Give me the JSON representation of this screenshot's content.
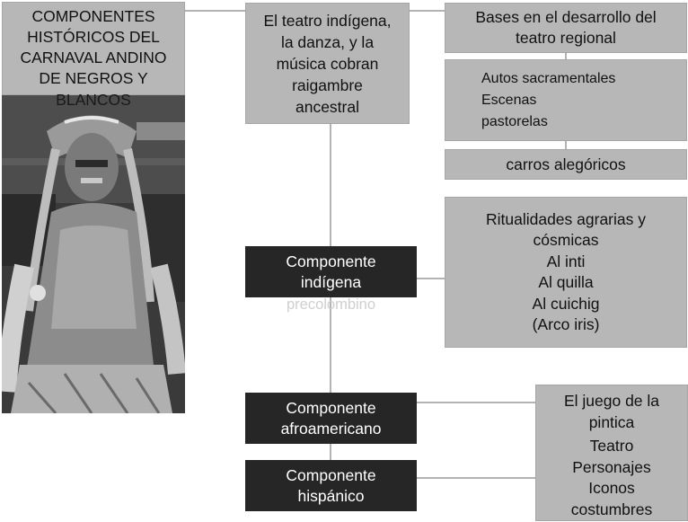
{
  "title": {
    "lines": [
      "COMPONENTES",
      "HISTÓRICOS  DEL",
      "CARNAVAL ANDINO",
      "DE NEGROS Y",
      "BLANCOS"
    ]
  },
  "teatro": {
    "lines": [
      "El teatro indígena,",
      "la danza, y la",
      "música cobran",
      "raigambre",
      "ancestral"
    ]
  },
  "bases": {
    "lines": [
      "Bases en el desarrollo del",
      "teatro regional"
    ]
  },
  "autos": {
    "lines": [
      "Autos sacramentales",
      "Escenas",
      "pastorelas"
    ]
  },
  "carros": {
    "label": "carros alegóricos"
  },
  "componente_indigena": {
    "lines": [
      "Componente",
      "indígena"
    ],
    "subtitle": "precolombino"
  },
  "ritualidades": {
    "lines": [
      "Ritualidades agrarias y",
      "cósmicas",
      "Al inti",
      "Al quilla",
      "Al cuichig",
      "(Arco iris)"
    ]
  },
  "componente_afro": {
    "lines": [
      "Componente",
      "afroamericano"
    ]
  },
  "componente_hispanico": {
    "lines": [
      "Componente",
      "hispánico"
    ]
  },
  "juego": {
    "lines_top": [
      "El juego de la",
      "pintica"
    ],
    "lines_bottom": [
      "Teatro",
      "Personajes",
      "Iconos",
      "costumbres"
    ]
  },
  "colors": {
    "gray_box": "#b7b7b7",
    "dark_box": "#262626",
    "connector": "#b3b3b3",
    "subtitle": "#cfcfcf"
  }
}
